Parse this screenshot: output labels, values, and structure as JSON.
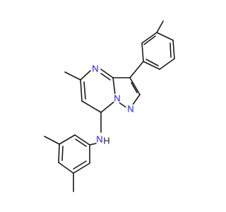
{
  "molecule": {
    "atom_labels": {
      "n_pyrimidine": "N",
      "n_bridge": "N",
      "n_pyrazole": "N",
      "n_amine": "N",
      "h_amine": "H"
    },
    "colors": {
      "bond": "#1a1a1a",
      "nitrogen": "#1515ff",
      "nh": "#1a1a1a"
    }
  }
}
